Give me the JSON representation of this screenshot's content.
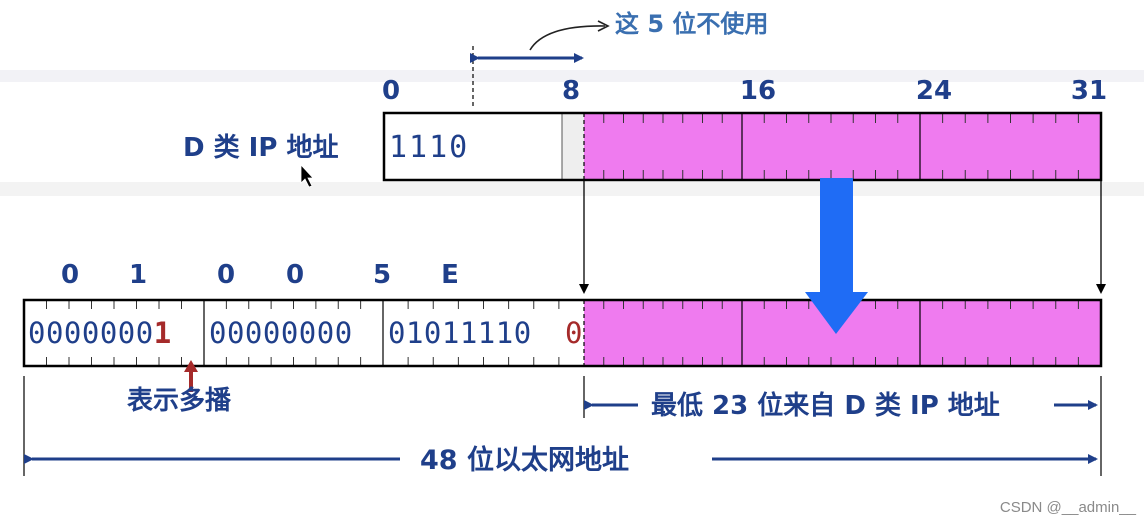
{
  "colors": {
    "text": "#1f3f8a",
    "magenta": "#ef7bef",
    "highlight_red": "#a52a2a",
    "blue_arrow": "#1f6cf5",
    "lines": "#000000"
  },
  "top_note": "这 5 位不使用",
  "d_class_label": "D 类 IP 地址",
  "d_class_prefix": "1110",
  "bit_positions": [
    "0",
    "8",
    "16",
    "24",
    "31"
  ],
  "hex_digits": [
    "0",
    "1",
    "0",
    "0",
    "5",
    "E"
  ],
  "mac_bits": {
    "group1_plain": "0000000",
    "group1_flag": "1",
    "group2": "00000000",
    "group3": "01011110",
    "group4_flag": "0"
  },
  "multicast_note": "表示多播",
  "low23_label": "最低 23 位来自 D 类 IP 地址",
  "ethernet_label": "48 位以太网地址",
  "watermark": "CSDN @__admin__"
}
